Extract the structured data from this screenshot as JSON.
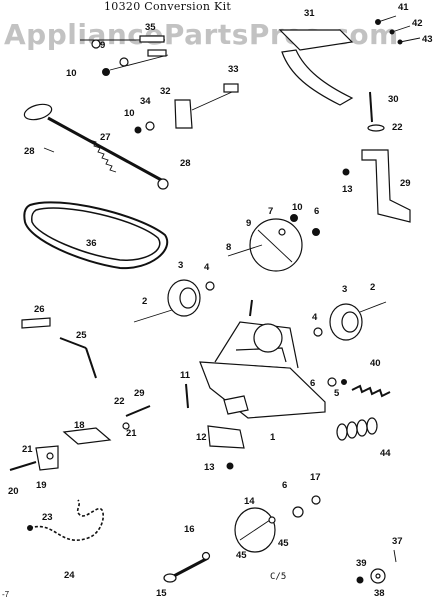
{
  "header": {
    "title": "10320  Conversion Kit"
  },
  "watermark": "AppliancePartsPros.com",
  "footer": {
    "page_code": "C/5",
    "corner_mark": "-7"
  },
  "callouts": {
    "c1": "1",
    "c2a": "2",
    "c2b": "2",
    "c3a": "3",
    "c3b": "3",
    "c4a": "4",
    "c4b": "4",
    "c5": "5",
    "c6a": "6",
    "c6b": "6",
    "c6c": "6",
    "c7": "7",
    "c8": "8",
    "c9a": "9",
    "c9b": "9",
    "c10a": "10",
    "c10b": "10",
    "c10c": "10",
    "c11": "11",
    "c12": "12",
    "c13a": "13",
    "c13b": "13",
    "c14": "14",
    "c15": "15",
    "c16": "16",
    "c17": "17",
    "c18": "18",
    "c19": "19",
    "c20": "20",
    "c21a": "21",
    "c21b": "21",
    "c22a": "22",
    "c22b": "22",
    "c23": "23",
    "c24": "24",
    "c25": "25",
    "c26": "26",
    "c27": "27",
    "c28a": "28",
    "c28b": "28",
    "c29": "29",
    "c29b": "29",
    "c30": "30",
    "c31": "31",
    "c32": "32",
    "c33": "33",
    "c34": "34",
    "c35": "35",
    "c36": "36",
    "c37": "37",
    "c38": "38",
    "c39": "39",
    "c40": "40",
    "c41": "41",
    "c42": "42",
    "c43": "43",
    "c44": "44",
    "c45a": "45",
    "c45b": "45"
  }
}
